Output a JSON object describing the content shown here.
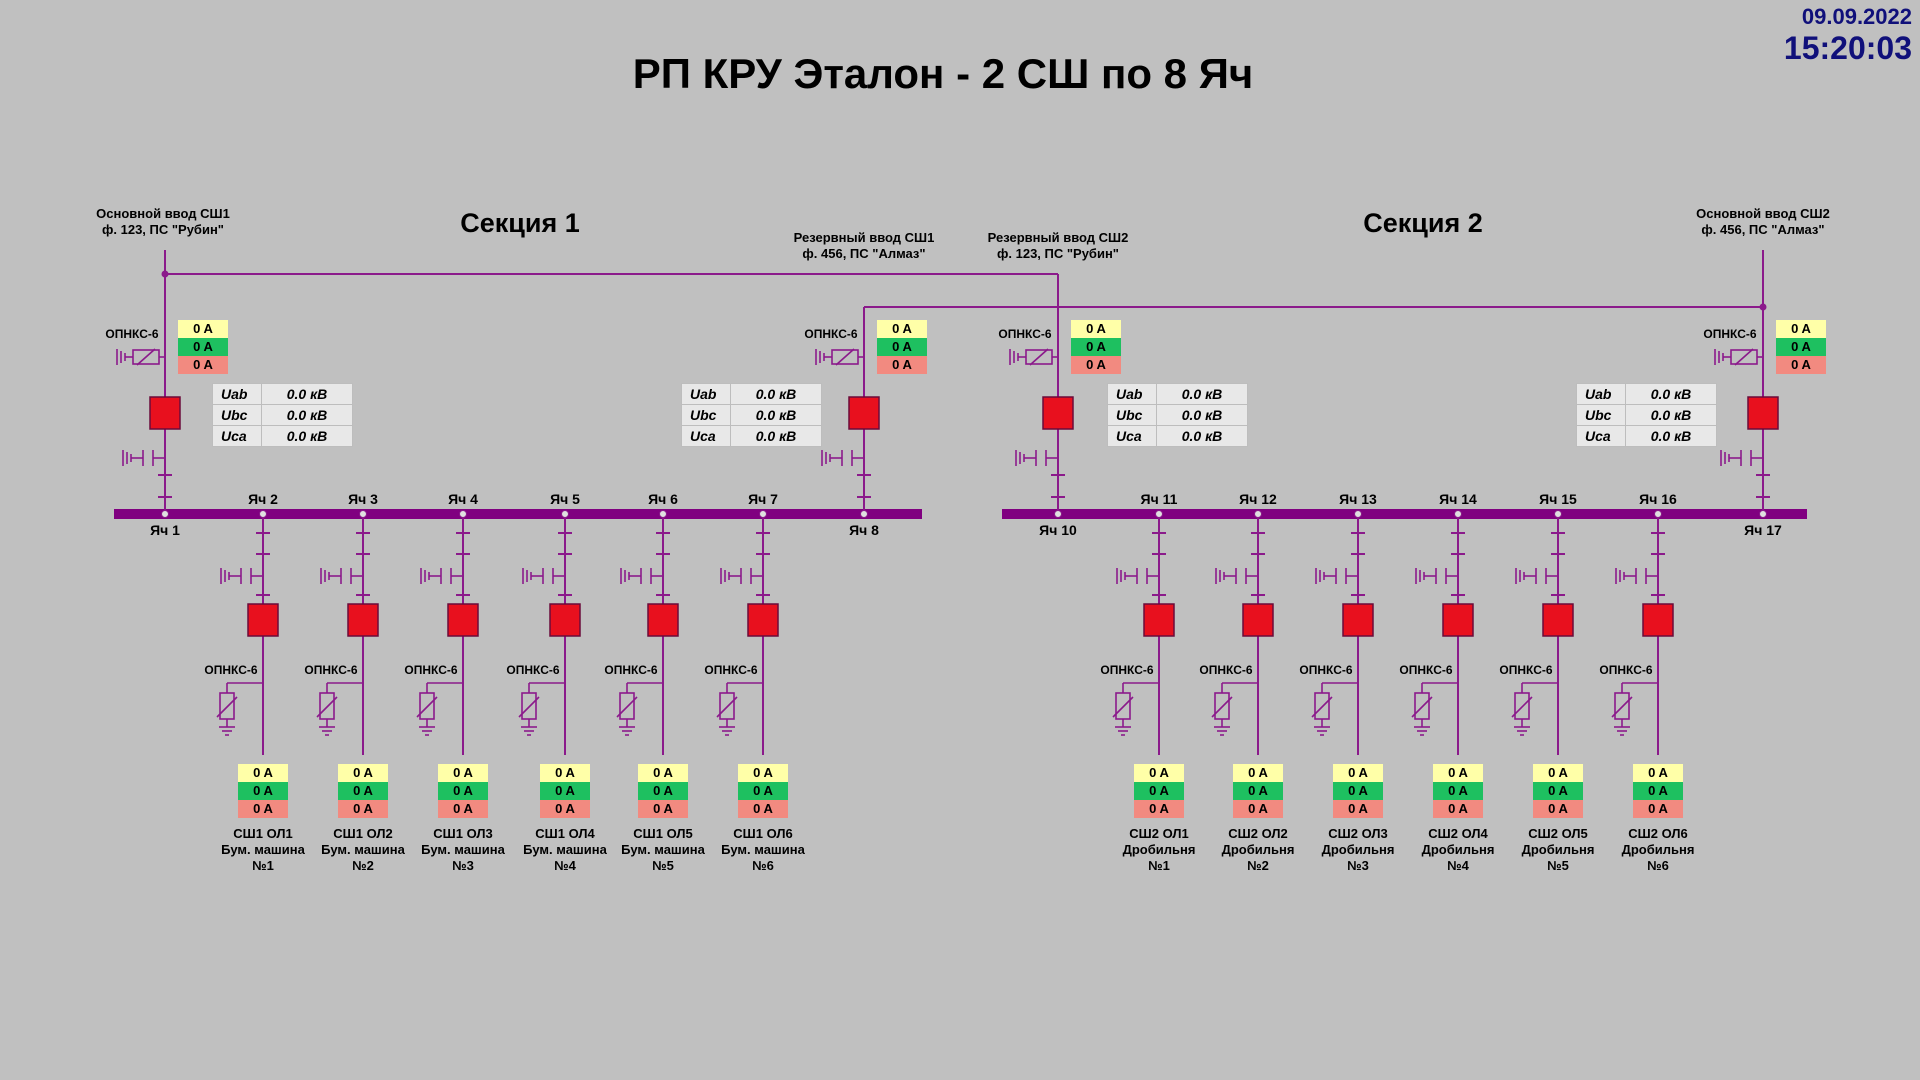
{
  "header": {
    "title": "РП КРУ Эталон - 2 СШ по 8 Яч",
    "date": "09.09.2022",
    "time": "15:20:03"
  },
  "sections": [
    "Секция 1",
    "Секция 2"
  ],
  "inputs": [
    {
      "line1": "Основной ввод СШ1",
      "line2": "ф. 123, ПС \"Рубин\""
    },
    {
      "line1": "Резервный ввод СШ1",
      "line2": "ф. 456, ПС \"Алмаз\""
    },
    {
      "line1": "Резервный ввод СШ2",
      "line2": "ф. 123, ПС \"Рубин\""
    },
    {
      "line1": "Основной ввод СШ2",
      "line2": "ф. 456, ПС \"Алмаз\""
    }
  ],
  "arrester_label": "ОПНКС-6",
  "input_currents": [
    {
      "a": "0 A",
      "b": "0 A",
      "c": "0 A"
    },
    {
      "a": "0 A",
      "b": "0 A",
      "c": "0 A"
    },
    {
      "a": "0 A",
      "b": "0 A",
      "c": "0 A"
    },
    {
      "a": "0 A",
      "b": "0 A",
      "c": "0 A"
    }
  ],
  "voltages": [
    {
      "uab_label": "Uab",
      "uab": "0.0 кВ",
      "ubc_label": "Ubc",
      "ubc": "0.0 кВ",
      "uca_label": "Uca",
      "uca": "0.0 кВ"
    },
    {
      "uab_label": "Uab",
      "uab": "0.0 кВ",
      "ubc_label": "Ubc",
      "ubc": "0.0 кВ",
      "uca_label": "Uca",
      "uca": "0.0 кВ"
    },
    {
      "uab_label": "Uab",
      "uab": "0.0 кВ",
      "ubc_label": "Ubc",
      "ubc": "0.0 кВ",
      "uca_label": "Uca",
      "uca": "0.0 кВ"
    },
    {
      "uab_label": "Uab",
      "uab": "0.0 кВ",
      "ubc_label": "Ubc",
      "ubc": "0.0 кВ",
      "uca_label": "Uca",
      "uca": "0.0 кВ"
    }
  ],
  "cells": [
    "Яч 1",
    "Яч 2",
    "Яч 3",
    "Яч 4",
    "Яч 5",
    "Яч 6",
    "Яч 7",
    "Яч 8",
    "Яч 10",
    "Яч 11",
    "Яч 12",
    "Яч 13",
    "Яч 14",
    "Яч 15",
    "Яч 16",
    "Яч 17"
  ],
  "feeders": [
    {
      "line1": "СШ1 ОЛ1",
      "line2": "Бум. машина",
      "line3": "№1",
      "a": "0 A",
      "b": "0 A",
      "c": "0 A"
    },
    {
      "line1": "СШ1 ОЛ2",
      "line2": "Бум. машина",
      "line3": "№2",
      "a": "0 A",
      "b": "0 A",
      "c": "0 A"
    },
    {
      "line1": "СШ1 ОЛ3",
      "line2": "Бум. машина",
      "line3": "№3",
      "a": "0 A",
      "b": "0 A",
      "c": "0 A"
    },
    {
      "line1": "СШ1 ОЛ4",
      "line2": "Бум. машина",
      "line3": "№4",
      "a": "0 A",
      "b": "0 A",
      "c": "0 A"
    },
    {
      "line1": "СШ1 ОЛ5",
      "line2": "Бум. машина",
      "line3": "№5",
      "a": "0 A",
      "b": "0 A",
      "c": "0 A"
    },
    {
      "line1": "СШ1 ОЛ6",
      "line2": "Бум. машина",
      "line3": "№6",
      "a": "0 A",
      "b": "0 A",
      "c": "0 A"
    },
    {
      "line1": "СШ2 ОЛ1",
      "line2": "Дробильня",
      "line3": "№1",
      "a": "0 A",
      "b": "0 A",
      "c": "0 A"
    },
    {
      "line1": "СШ2 ОЛ2",
      "line2": "Дробильня",
      "line3": "№2",
      "a": "0 A",
      "b": "0 A",
      "c": "0 A"
    },
    {
      "line1": "СШ2 ОЛ3",
      "line2": "Дробильня",
      "line3": "№3",
      "a": "0 A",
      "b": "0 A",
      "c": "0 A"
    },
    {
      "line1": "СШ2 ОЛ4",
      "line2": "Дробильня",
      "line3": "№4",
      "a": "0 A",
      "b": "0 A",
      "c": "0 A"
    },
    {
      "line1": "СШ2 ОЛ5",
      "line2": "Дробильня",
      "line3": "№5",
      "a": "0 A",
      "b": "0 A",
      "c": "0 A"
    },
    {
      "line1": "СШ2 ОЛ6",
      "line2": "Дробильня",
      "line3": "№6",
      "a": "0 A",
      "b": "0 A",
      "c": "0 A"
    }
  ],
  "colors": {
    "line": "#8b1a8b",
    "busbar": "#800080",
    "breaker": "#e8101e",
    "background": "#c0c0c0",
    "phase_a": "#ffffa8",
    "phase_b": "#1ec060",
    "phase_c": "#f28a80"
  }
}
